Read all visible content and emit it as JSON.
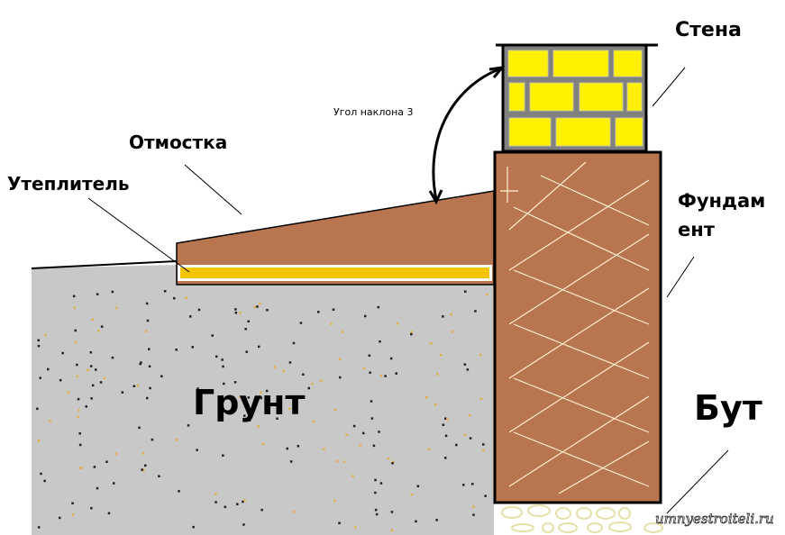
{
  "labels": {
    "wall": "Стена",
    "angle": "Угол наклона 3",
    "blind_area": "Отмостка",
    "insulation": "Утеплитель",
    "foundation_line1": "Фундам",
    "foundation_line2": "ент",
    "soil": "Грунт",
    "rubble": "Бут",
    "watermark": "umnyestroiteli.ru"
  },
  "colors": {
    "soil": "#c8c8c8",
    "brown": "#b87550",
    "brick": "#fff200",
    "mortar": "#808080",
    "insulation": "#f5c400"
  }
}
